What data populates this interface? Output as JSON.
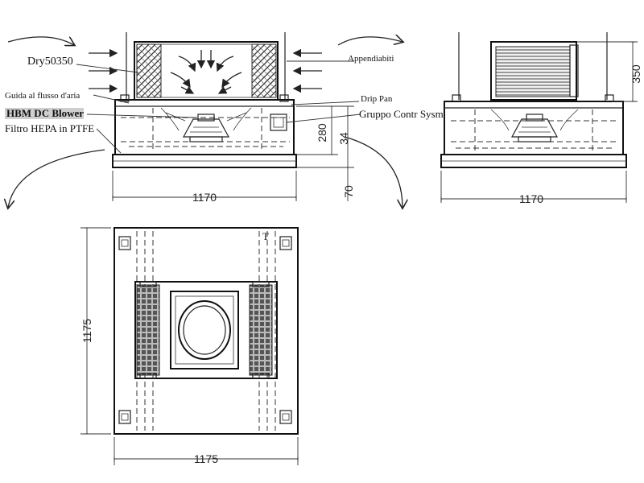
{
  "labels": {
    "dry": "Dry50350",
    "guida": "Guida al flusso d'aria",
    "blower": "HBM DC Blower",
    "filtro": "Filtro HEPA in PTFE",
    "appendiabiti": "Appendiabiti",
    "drip_pan": "Drip Pan",
    "gruppo": "Gruppo Contr Sysm"
  },
  "dimensions": {
    "side_width": "1170",
    "side_height_280": "280",
    "side_height_34": "34",
    "side_height_70": "70",
    "front_width": "1170",
    "front_height_350": "350",
    "top_width": "1175",
    "top_depth": "1175",
    "top_tag": "T"
  }
}
